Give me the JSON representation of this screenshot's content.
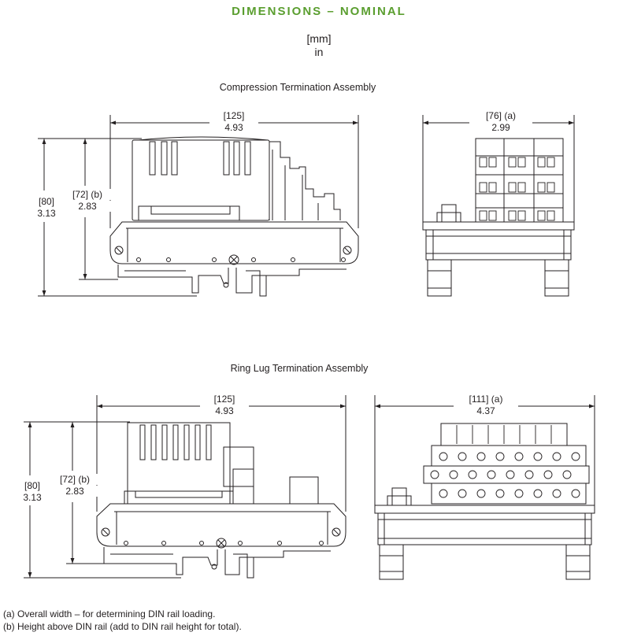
{
  "header": {
    "title": "DIMENSIONS – NOMINAL",
    "unit_primary": "[mm]",
    "unit_secondary": "in",
    "title_color": "#5a9e2f"
  },
  "compression": {
    "title": "Compression Termination Assembly",
    "width_mm": "[125]",
    "width_in": "4.93",
    "overall_width_mm": "[76] (a)",
    "overall_width_in": "2.99",
    "total_height_mm": "[80]",
    "total_height_in": "3.13",
    "rail_height_mm": "[72] (b)",
    "rail_height_in": "2.83"
  },
  "ring_lug": {
    "title": "Ring Lug Termination Assembly",
    "width_mm": "[125]",
    "width_in": "4.93",
    "overall_width_mm": "[111] (a)",
    "overall_width_in": "4.37",
    "total_height_mm": "[80]",
    "total_height_in": "3.13",
    "rail_height_mm": "[72] (b)",
    "rail_height_in": "2.83"
  },
  "footnotes": {
    "a": "(a) Overall width – for determining DIN rail loading.",
    "b": "(b) Height above DIN rail (add to DIN rail height for total)."
  }
}
